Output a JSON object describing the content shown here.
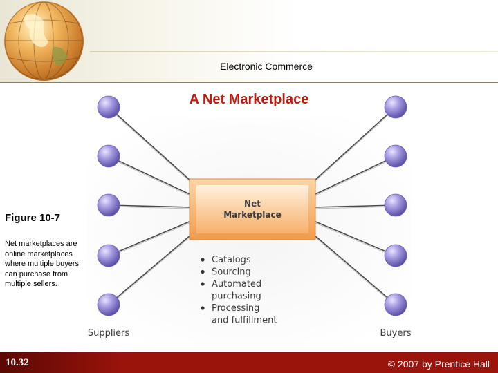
{
  "header": {
    "title": "Electronic Commerce",
    "logo_icon": "globe-icon"
  },
  "slide": {
    "title": "A Net Marketplace"
  },
  "figure": {
    "label": "Figure 10-7",
    "caption": "Net marketplaces are online marketplaces where multiple buyers can purchase from multiple sellers."
  },
  "diagram": {
    "hub": {
      "line1": "Net",
      "line2": "Marketplace",
      "features": [
        [
          "Catalogs"
        ],
        [
          "Sourcing"
        ],
        [
          "Automated",
          "purchasing"
        ],
        [
          "Processing",
          "and fulfillment"
        ]
      ]
    },
    "suppliers_label": "Suppliers",
    "buyers_label": "Buyers",
    "supplier_count": 5,
    "buyer_count": 5,
    "colors": {
      "node": "#8a7fd0",
      "hub": "#f3a35a",
      "title_red": "#b81d12",
      "footer": "#9a140c"
    }
  },
  "footer": {
    "slide_number": "10.32",
    "copyright": "© 2007 by Prentice Hall"
  }
}
